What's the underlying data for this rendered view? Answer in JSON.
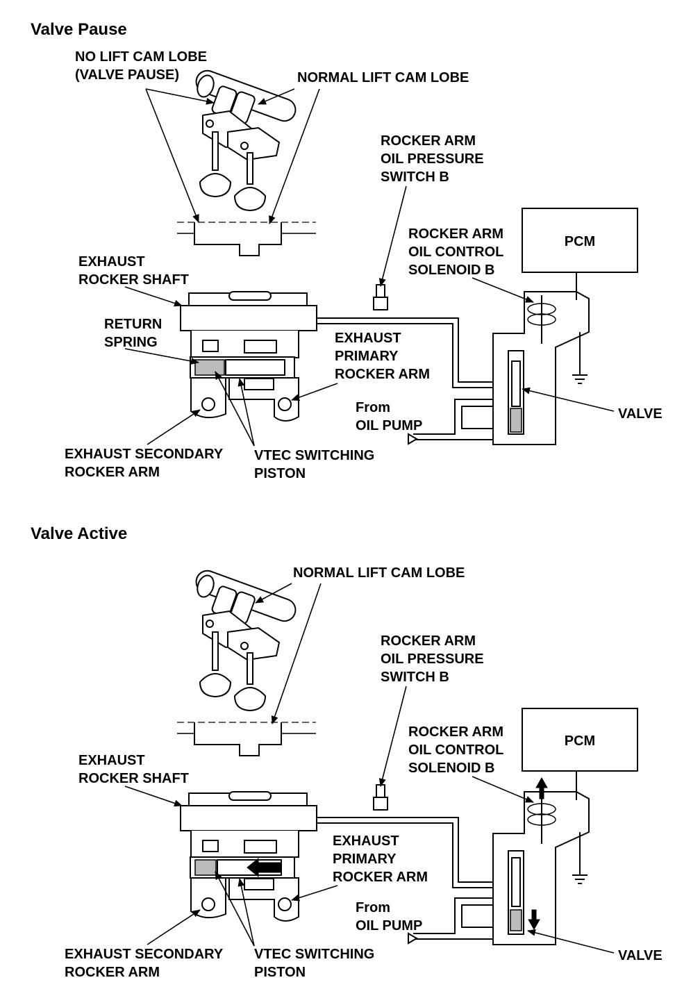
{
  "panels": [
    {
      "title": "Valve Pause",
      "labels": {
        "no_lift_cam_lobe": [
          "NO LIFT CAM LOBE",
          "(VALVE PAUSE)"
        ],
        "normal_lift_cam_lobe": [
          "NORMAL LIFT CAM LOBE"
        ],
        "oil_pressure_switch": [
          "ROCKER ARM",
          "OIL PRESSURE",
          "SWITCH B"
        ],
        "oil_control_solenoid": [
          "ROCKER ARM",
          "OIL CONTROL",
          "SOLENOID B"
        ],
        "pcm": "PCM",
        "exhaust_rocker_shaft": [
          "EXHAUST",
          "ROCKER SHAFT"
        ],
        "return_spring": [
          "RETURN",
          "SPRING"
        ],
        "exhaust_primary_rocker_arm": [
          "EXHAUST",
          "PRIMARY",
          "ROCKER ARM"
        ],
        "from_oil_pump": [
          "From",
          "OIL PUMP"
        ],
        "valve": "VALVE",
        "exhaust_secondary_rocker_arm": [
          "EXHAUST SECONDARY",
          "ROCKER ARM"
        ],
        "vtec_switching_piston": [
          "VTEC SWITCHING",
          "PISTON"
        ]
      }
    },
    {
      "title": "Valve Active",
      "labels": {
        "normal_lift_cam_lobe": [
          "NORMAL LIFT CAM LOBE"
        ],
        "oil_pressure_switch": [
          "ROCKER ARM",
          "OIL PRESSURE",
          "SWITCH B"
        ],
        "oil_control_solenoid": [
          "ROCKER ARM",
          "OIL CONTROL",
          "SOLENOID B"
        ],
        "pcm": "PCM",
        "exhaust_rocker_shaft": [
          "EXHAUST",
          "ROCKER SHAFT"
        ],
        "exhaust_primary_rocker_arm": [
          "EXHAUST",
          "PRIMARY",
          "ROCKER ARM"
        ],
        "from_oil_pump": [
          "From",
          "OIL PUMP"
        ],
        "valve": "VALVE",
        "exhaust_secondary_rocker_arm": [
          "EXHAUST SECONDARY",
          "ROCKER ARM"
        ],
        "vtec_switching_piston": [
          "VTEC SWITCHING",
          "PISTON"
        ]
      }
    }
  ]
}
